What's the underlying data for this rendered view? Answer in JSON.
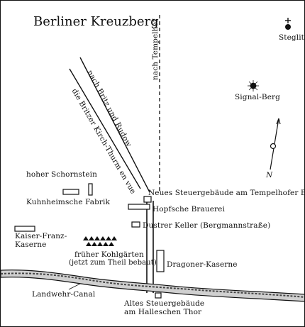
{
  "title": "Berliner Kreuzberg",
  "roads": {
    "tempelhof": "nach Tempelhof",
    "britz": "nach Britz und Rudow",
    "kirchthurm": "die Britzer Kirch-Thurm en vue"
  },
  "places": {
    "steglitz": "Steglitz",
    "signal_berg": "Signal-Berg",
    "schornstein": "hoher Schornstein",
    "kuhnheim": "Kuhnheimsche Fabrik",
    "steuergebaeude_neu": "Neues Steuergebäude am Tempelhofer Berg",
    "hopf": "Hopfsche Brauerei",
    "keller": "Dustrer Keller (Bergmannstraße)",
    "kaserne_line1": "Kaiser-Franz-",
    "kaserne_line2": "Kaserne",
    "kohl_line1": "früher Kohlgärten",
    "kohl_line2": "(jetzt zum Theil bebaut)",
    "dragoner": "Dragoner-Kaserne",
    "kanal": "Landwehr-Canal",
    "steuergebaeude_alt_line1": "Altes Steuergebäude",
    "steuergebaeude_alt_line2": "am Halleschen Thor"
  },
  "north_label": "N",
  "colors": {
    "ink": "#111111",
    "paper": "#ffffff"
  }
}
